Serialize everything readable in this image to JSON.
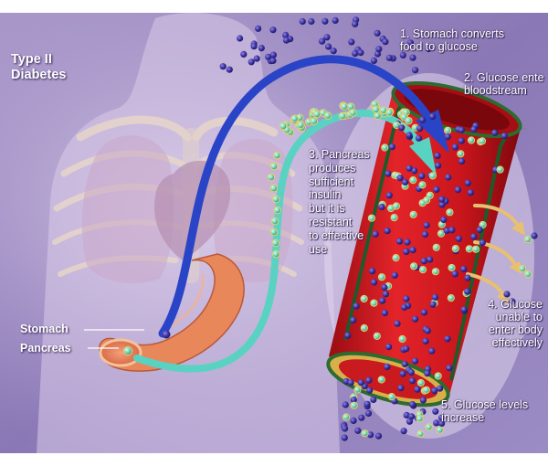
{
  "title": "Type II Diabetes",
  "labels": {
    "stomach": "Stomach",
    "pancreas": "Pancreas"
  },
  "steps": [
    {
      "id": 1,
      "lines": [
        "1. Stomach converts",
        "food to glucose"
      ]
    },
    {
      "id": 2,
      "lines": [
        "2. Glucose ente",
        "bloodstream"
      ]
    },
    {
      "id": 3,
      "lines": [
        "3. Pancreas",
        "produces",
        "sufficient",
        "insulin",
        "but it is",
        "resistant",
        "to effective",
        "use"
      ]
    },
    {
      "id": 4,
      "lines": [
        "4. Glucose",
        "unable to",
        "enter body",
        "effectively"
      ]
    },
    {
      "id": 5,
      "lines": [
        "5. Glucose levels",
        "increase"
      ]
    }
  ],
  "colors": {
    "background": "#8b7ab8",
    "background_light": "#c9bce0",
    "vessel": "#d3141b",
    "vessel_dark": "#8a0a10",
    "vessel_rim": "#1f5a2a",
    "glucose": "#3b2f96",
    "insulin": "#5fc7a8",
    "glucose_arrow": "#2a44c8",
    "insulin_arrow": "#5ad2c2",
    "stomach": "#e58a5a"
  }
}
